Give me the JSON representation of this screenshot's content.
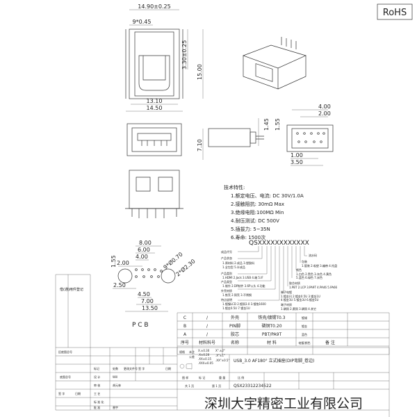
{
  "rohs": "RoHS",
  "dims": {
    "overall_width": "14.90±0.25",
    "pin_pitch": "9*0.45",
    "inner_width": "13.10",
    "body_width": "14.50",
    "height_tol": "3.30±0.25",
    "height": "15.00",
    "side_height": "7.10",
    "end_a": "4.00",
    "end_b": "2.00",
    "end_c": "1.00",
    "end_d": "3.50",
    "end_e": "1.45",
    "end_f": "1.55"
  },
  "pcb": {
    "label": "P C B",
    "d_8": "8.00",
    "d_6": "6.00",
    "d_4": "4.00",
    "d_2": "2.00",
    "d_145": "1.55",
    "d_250": "2.50",
    "d_450": "4.50",
    "d_700": "7.00",
    "d_1350": "13.50",
    "holes_small": "9*Ø0.70",
    "holes_big": "2*Ø2.30"
  },
  "specs": {
    "title": "技术特性:",
    "items": [
      "1.额定电压、电流: DC 30V/1.0A",
      "2.接触阻抗: 30mΩ Max",
      "3.绝缘电阻:100MΩ Min",
      "4.耐压测试: DC 500V",
      "5.插拔力: 5~35N",
      "6.寿命: 1500次"
    ]
  },
  "code": {
    "pattern": "QSXXXXXXXXXXXX",
    "left_labels": [
      "成品代号",
      "产品状态",
      "1.原材料 2.成品 3.塑胶料",
      "1.全包型 5.半成品",
      "产品类别",
      "1.HDMI 2.Jack 3.USB 4.端 5.IF",
      "产品类型",
      "1.制作 2.DP制件 3.6P公头 4.功能",
      "外壳材质",
      "1.铁壳 2.铜壳 3.不锈钢",
      "特点说明",
      "1.镀镍LCD 2.镀铜3.0 3.镀铬1600",
      "1.镀金0.5U 7.镀金1U"
    ],
    "right_labels": [
      "流水码",
      "包装",
      "1.管装 2.吸塑 3.编带 4.托盘",
      "颜色",
      "1.白色 2.黑色 3.灰色 4.黄色",
      "5.蓝色 6.绿色 7.米色",
      "胶芯材质",
      "1.PBT 2.LCP 3.PA9T 4.PA46 5.PA66",
      "端子电镀",
      "1.镀金闪 2.镀金0.5U 3.镀金1U",
      "4.镀金1U 5.镀金3U 6.镀金5U",
      "端子材质",
      "1.磷铜 2.黄铜 3.磷铜 4.其它"
    ]
  },
  "bom": {
    "rows": [
      {
        "id": "C",
        "part_no": "/",
        "name": "外壳",
        "material": "铁壳/镀锡T0.3",
        "finish": "镀锡",
        "note": ""
      },
      {
        "id": "B",
        "part_no": "/",
        "name": "PIN脚",
        "material": "磷铜T0.20",
        "finish": "镀金",
        "note": ""
      },
      {
        "id": "A",
        "part_no": "/",
        "name": "胶芯",
        "material": "PBT/PA9T",
        "finish": "蓝色",
        "note": ""
      }
    ],
    "header": {
      "id": "序号",
      "part_no": "材料料号",
      "name": "名称",
      "material": "材  料",
      "finish": "电镀/颜色",
      "note": "备  注"
    }
  },
  "title_block": {
    "side_label": "借(通)用件登记",
    "old_drawing": "旧底图总号",
    "bottom_drawing": "底图总号",
    "sign": "签 字",
    "date": "日期",
    "revision_headers": [
      "标记",
      "处数",
      "更改文件号",
      "签 字",
      "日期"
    ],
    "design": "设  计",
    "design_name": "Will",
    "review": "审  核",
    "review_name": "胡元林",
    "process": "工  艺",
    "standard": "标 准 化",
    "approve": "批  准",
    "approve_name": "曾宇",
    "spec": "规格",
    "tol_labels": [
      "未注",
      "公差"
    ],
    "tol_values": [
      "X.±0.30",
      ".X±0.20",
      ".XX±0.15",
      ".XXX±0.05"
    ],
    "ang_values": [
      "X°.±2°",
      ".X°±1°",
      ".XX°±0.5°"
    ],
    "product_name": "USB_3.0 AF180° 立式插座(DIP弯脚_卷边)",
    "part_number": "QSX23312234522",
    "cols": [
      "图 样",
      "标 记",
      "重 量",
      "比 例"
    ],
    "sheets": "共 1 页",
    "sheet": "第 1 页",
    "company": "深圳大宇精密工业有限公司"
  }
}
